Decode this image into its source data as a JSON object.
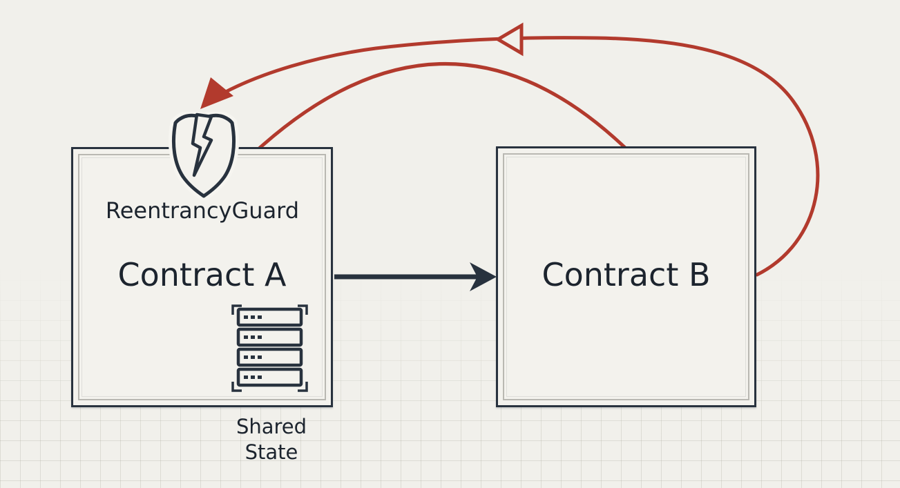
{
  "theme": {
    "bg": "#f1f0eb",
    "box_fill": "#f3f2ed",
    "ink": "#28323e",
    "text": "#1c242e",
    "red": "#b23a2d"
  },
  "nodes": {
    "contract_a": {
      "label": "Contract A",
      "guard_label": "ReentrancyGuard",
      "icons": [
        "broken-shield-icon",
        "server-stack-icon"
      ]
    },
    "contract_b": {
      "label": "Contract B"
    }
  },
  "annotations": {
    "shared_state": {
      "line1": "Shared",
      "line2": "State"
    }
  },
  "edges": [
    {
      "from": "contract-a",
      "to": "contract-b",
      "type": "call",
      "color": "ink",
      "style": "straight-arrow"
    },
    {
      "from": "contract-a-top",
      "to": "contract-b-top",
      "type": "external-call-arc",
      "color": "red",
      "style": "arc"
    },
    {
      "from": "contract-b-right",
      "to": "contract-a-guard",
      "type": "reentrant-callback",
      "color": "red",
      "style": "loop-arc",
      "arrowheads": [
        "hollow-triangle-midpath",
        "filled-arrowhead-at-guard"
      ]
    }
  ]
}
